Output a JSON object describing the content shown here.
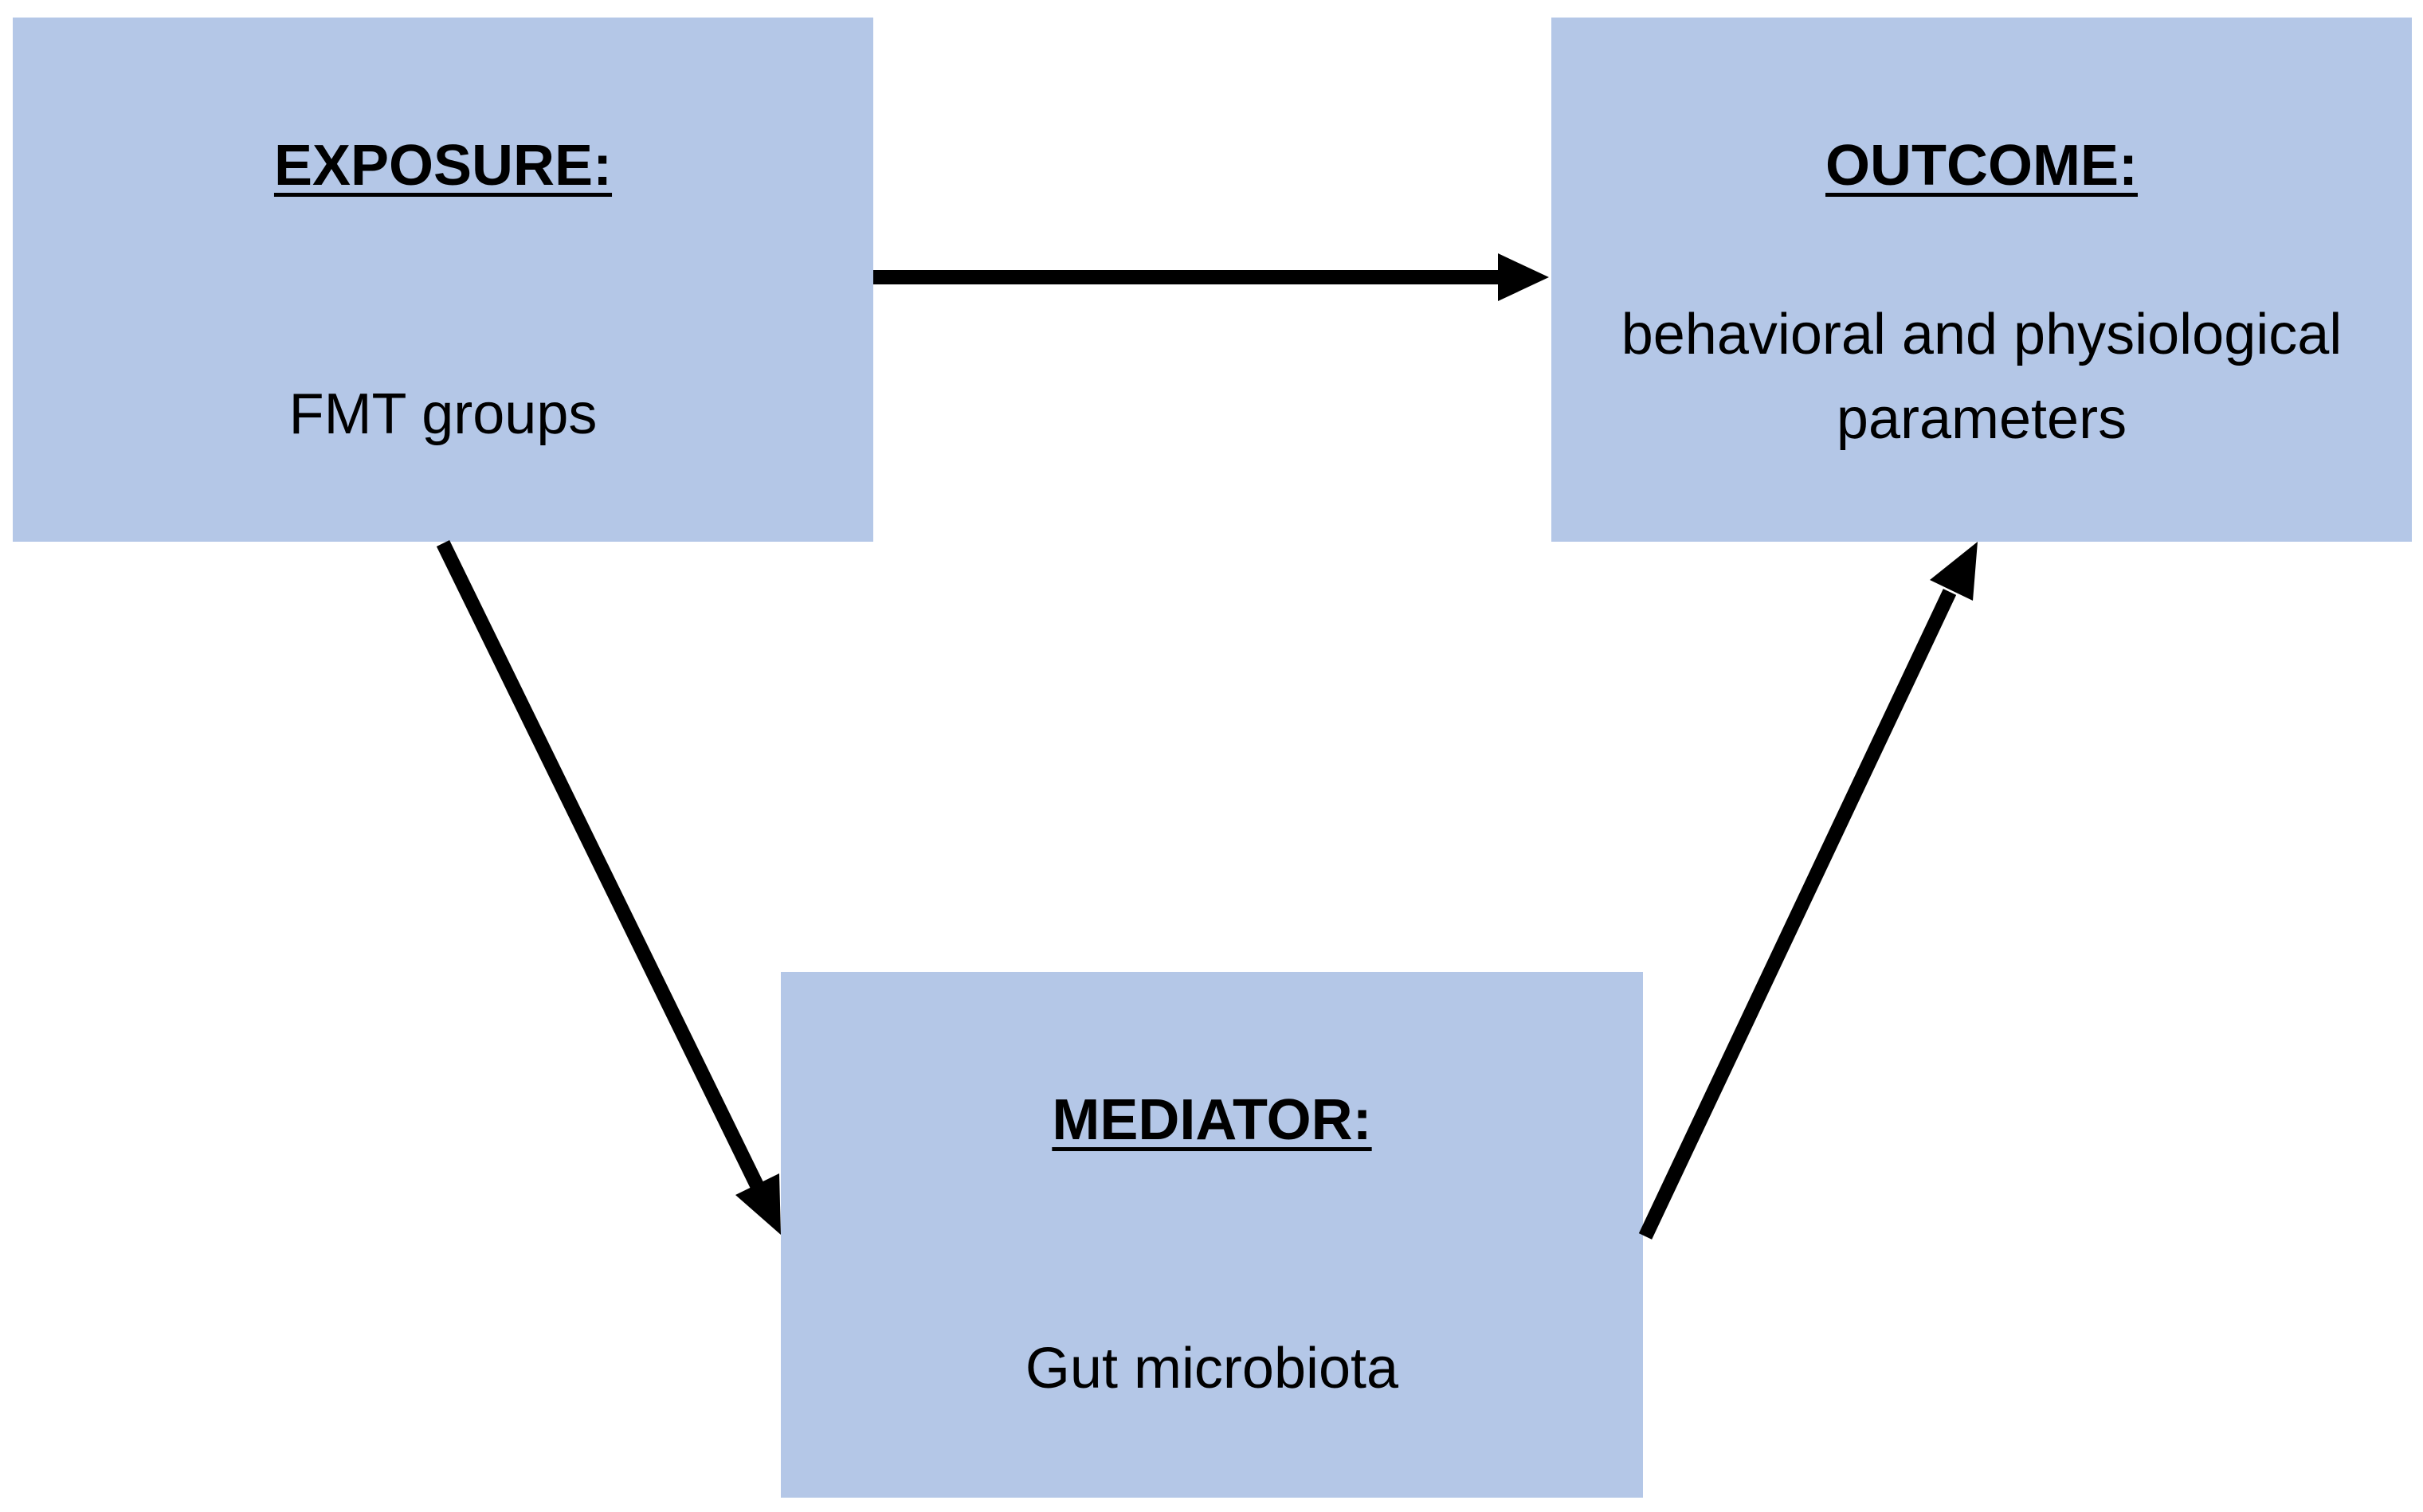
{
  "exposure": {
    "title": "EXPOSURE:",
    "text": "FMT groups"
  },
  "outcome": {
    "title": "OUTCOME:",
    "text": "behavioral and physiological parameters"
  },
  "mediator": {
    "title": "MEDIATOR:",
    "text": "Gut microbiota"
  },
  "colors": {
    "box_fill": "#b4c7e7",
    "arrow": "#000000"
  }
}
